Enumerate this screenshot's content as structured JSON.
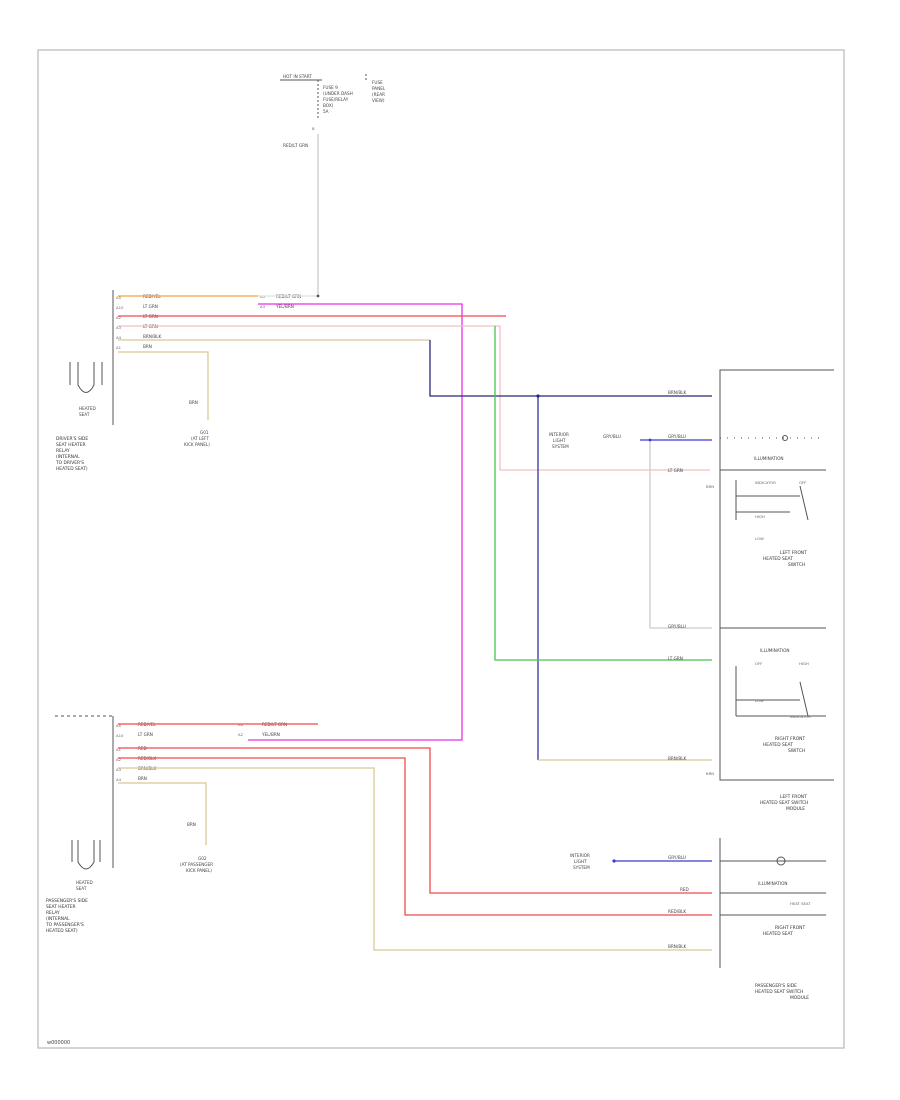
{
  "diagram": {
    "page_code": "w000000",
    "colors": {
      "orange": "#f7a03c",
      "magenta": "#e830e8",
      "red": "#f04a4a",
      "pink": "#f0a8a8",
      "tan": "#dcc898",
      "navy": "#28287a",
      "blue": "#3a3ad8",
      "green": "#4ac24a",
      "gray": "#cccccc"
    },
    "top_fuse": {
      "name": "HOT IN START",
      "fuse": [
        "FUSE 9",
        "(UNDER DASH",
        "FUSE/RELAY",
        "BOX)",
        "5A"
      ],
      "side": [
        "FUSE",
        "PANEL",
        "(REAR",
        "VIEW)"
      ],
      "wire": "RED/LT GRN"
    },
    "driver_heater": {
      "pins": [
        "A5",
        "A10",
        "A2",
        "A3",
        "A4",
        "A1"
      ],
      "wires": [
        "RED/YEL",
        "LT GRN",
        "LT GRN",
        "LT GRN",
        "BRN/BLK",
        "BRN"
      ],
      "connector_pins": [
        "A5",
        "A3"
      ],
      "connector_wires": [
        "RED/LT GRN",
        "YEL/BRN"
      ],
      "heater": [
        "HEATED",
        "SEAT"
      ],
      "name": [
        "DRIVER'S SIDE",
        "SEAT HEATER",
        "RELAY",
        "(INTERNAL",
        "TO DRIVER'S",
        "HEATED SEAT)"
      ],
      "ground_wire": "BRN",
      "ground": [
        "G01",
        "(AT LEFT",
        "KICK PANEL)"
      ]
    },
    "passenger_heater": {
      "pins": [
        "A5",
        "A10",
        "A1",
        "A2",
        "A3",
        "A4"
      ],
      "wires": [
        "RED/YEL",
        "LT GRN",
        "RED",
        "RED/BLK",
        "BRN/BLK",
        "BRN"
      ],
      "connector_pins": [
        "A4",
        "A2"
      ],
      "connector_wires": [
        "RED/LT GRN",
        "YEL/BRN"
      ],
      "heater": [
        "HEATED",
        "SEAT"
      ],
      "name": [
        "PASSENGER'S SIDE",
        "SEAT HEATER",
        "RELAY",
        "(INTERNAL",
        "TO PASSENGER'S",
        "HEATED SEAT)"
      ],
      "ground_wire": "BRN",
      "ground": [
        "G02",
        "(AT PASSENGER",
        "KICK PANEL)"
      ]
    },
    "left_switch": {
      "interior_light": [
        "INTERIOR",
        "LIGHT",
        "SYSTEM"
      ],
      "wires": [
        "BRN/BLK",
        "GRY/BLU",
        "GRY/BLU",
        "LT GRN",
        "GRY/BLU",
        "LT GRN",
        "BRN/BLK"
      ],
      "top_label": "ILLUMINATION",
      "top_switch": [
        "INDICATOR",
        "OFF",
        "HIGH",
        "LOW"
      ],
      "top_name": [
        "LEFT FRONT",
        "HEATED SEAT",
        "SWITCH"
      ],
      "bottom_label": "ILLUMINATION",
      "bottom_switch": [
        "OFF",
        "HIGH",
        "LOW",
        "INDICATOR"
      ],
      "bottom_name": [
        "RIGHT FRONT",
        "HEATED SEAT",
        "SWITCH"
      ],
      "pin_codes": [
        "BRN",
        "BRN"
      ],
      "name": [
        "LEFT FRONT",
        "HEATED SEAT SWITCH",
        "MODULE"
      ]
    },
    "right_switch": {
      "interior_light": [
        "INTERIOR",
        "LIGHT",
        "SYSTEM"
      ],
      "wires": [
        "GRY/BLU",
        "RED",
        "RED/BLK",
        "BRN/BLK"
      ],
      "label": "ILLUMINATION",
      "switch": [
        "HEAT SEAT"
      ],
      "sub_name": [
        "RIGHT FRONT",
        "HEATED SEAT"
      ],
      "name": [
        "PASSENGER'S SIDE",
        "HEATED SEAT SWITCH",
        "MODULE"
      ]
    }
  }
}
